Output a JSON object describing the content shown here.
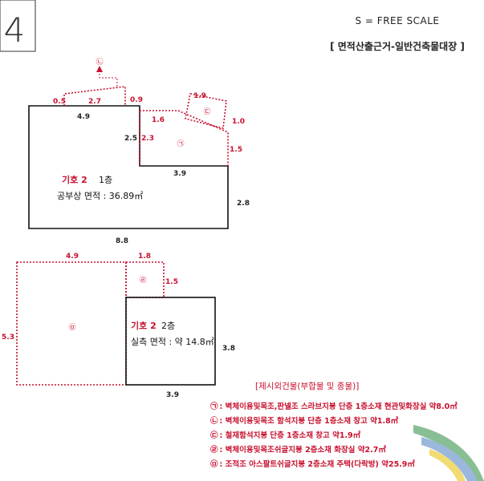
{
  "page_number": "4",
  "scale_text": "S = FREE SCALE",
  "header_title": "[ 면적산출근거-일반건축물대장 ]",
  "marker_north": "㉡",
  "floor1": {
    "label_prefix": "기호 2",
    "label_floor": "1층",
    "area_text": "공부상 면적 : 36.89㎡",
    "dims": {
      "top_left": "0.5",
      "top_mid": "2.7",
      "top_right": "0.9",
      "inner_top": "4.9",
      "step_vertical": "2.5",
      "step_red": "2.3",
      "diag": "1.6",
      "small_top": "1.9",
      "small_right": "1.0",
      "right_red": "1.5",
      "step_bottom": "3.9",
      "right": "2.8",
      "bottom": "8.8"
    },
    "marker_a": "㉠",
    "marker_c": "㉢"
  },
  "floor2": {
    "label_prefix": "기호 2",
    "label_floor": "2층",
    "area_text": "실측 면적 : 약 14.8㎡",
    "dims": {
      "left_top": "4.9",
      "small_top": "1.8",
      "small_right": "1.5",
      "left_side": "5.3",
      "right": "3.8",
      "bottom": "3.9"
    },
    "marker_d": "㉣",
    "marker_e": "㉤"
  },
  "legend": {
    "title": "[제시외건물(부합물 및 종물)]",
    "items": [
      {
        "mark": "㉠",
        "text": ": 벽체이용및목조,판넬조 스라브지붕 단층 1층소재 현관및화장실 약",
        "value": "8.0㎡"
      },
      {
        "mark": "㉡",
        "text": ": 벽체이용및목조 함석지붕 단층 1층소재 창고 약",
        "value": "1.8㎡"
      },
      {
        "mark": "㉢",
        "text": ": 철재함석지붕 단층 1층소재 창고 약",
        "value": "1.9㎡"
      },
      {
        "mark": "㉣",
        "text": ": 벽체이용및목조쉬글지붕 2층소재 화장실 약",
        "value": "2.7㎡"
      },
      {
        "mark": "㉤",
        "text": ": 조적조 아스팔트쉬글지붕 2층소재 주택(다락방) 약",
        "value": "25.9㎡"
      }
    ]
  },
  "colors": {
    "red": "#c8102e",
    "black": "#111111"
  }
}
